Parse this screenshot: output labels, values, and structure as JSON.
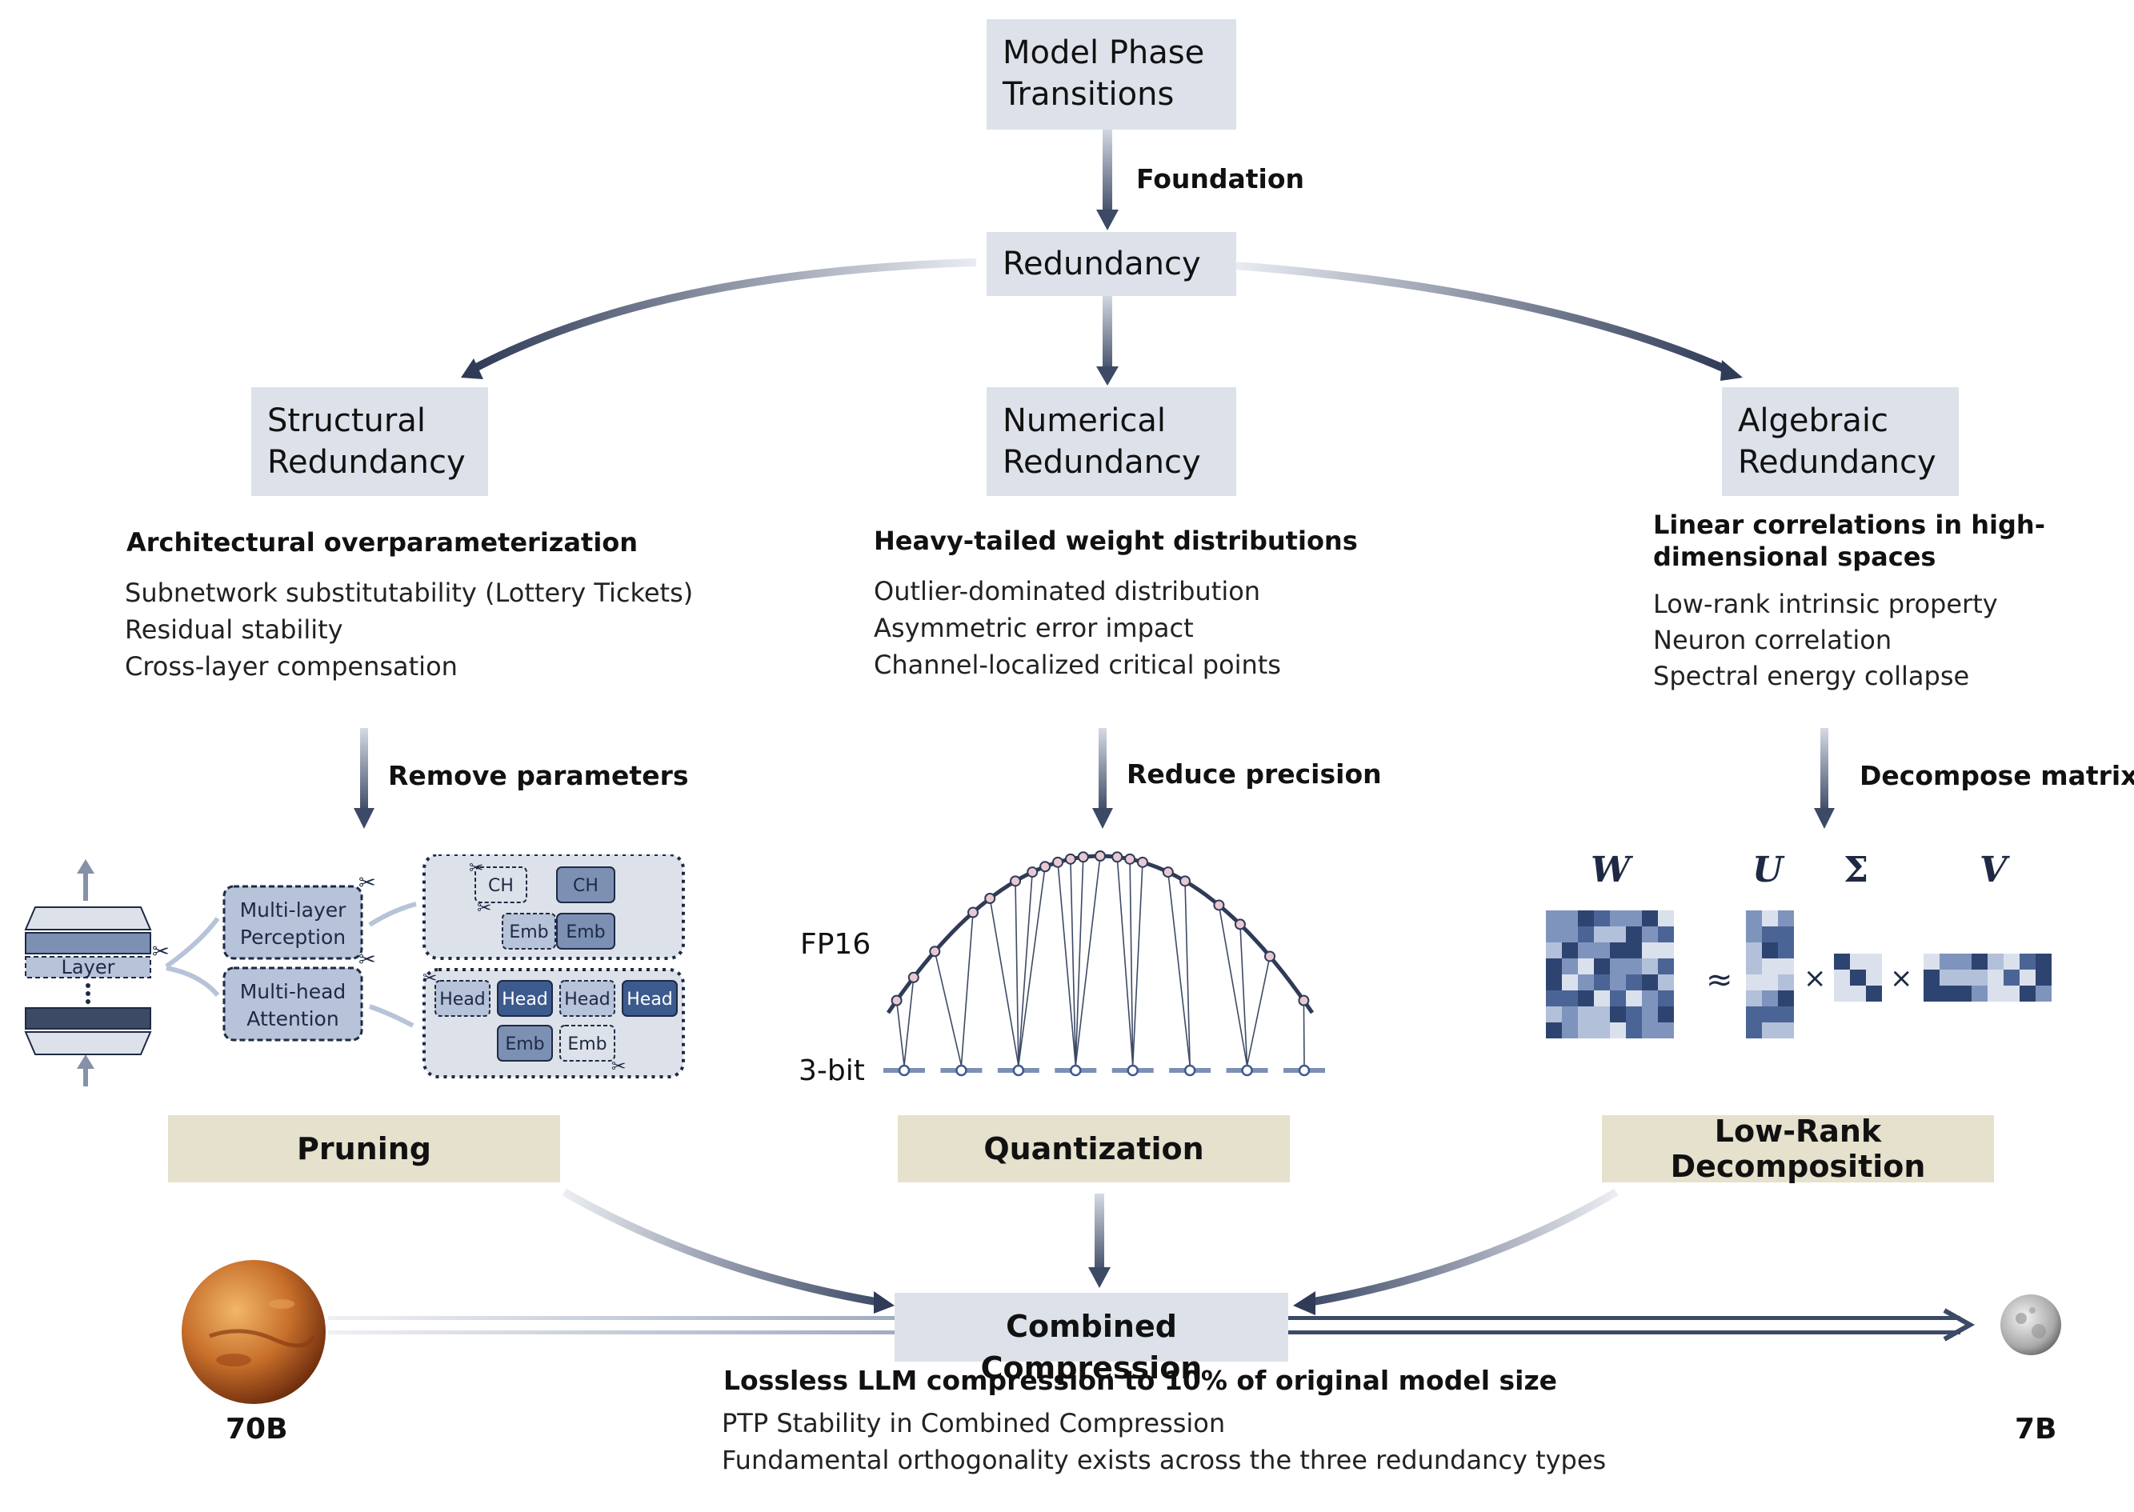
{
  "top": {
    "phase": "Model Phase Transitions",
    "foundation": "Foundation",
    "redundancy": "Redundancy"
  },
  "columns": [
    {
      "title": "Structural Redundancy",
      "heading": "Architectural overparameterization",
      "items": [
        "Subnetwork substitutability (Lottery Tickets)",
        "Residual stability",
        "Cross-layer compensation"
      ],
      "action": "Remove parameters",
      "method": "Pruning"
    },
    {
      "title": "Numerical Redundancy",
      "heading": "Heavy-tailed weight distributions",
      "items": [
        "Outlier-dominated distribution",
        "Asymmetric error impact",
        "Channel-localized critical points"
      ],
      "action": "Reduce precision",
      "method": "Quantization"
    },
    {
      "title": "Algebraic Redundancy",
      "heading": "Linear correlations in high-dimensional spaces",
      "items": [
        "Low-rank intrinsic property",
        "Neuron correlation",
        "Spectral energy collapse"
      ],
      "action": "Decompose matrix",
      "method": "Low-Rank Decomposition"
    }
  ],
  "pruning_fig": {
    "layer": "Layer",
    "mlp": "Multi-layer Perception",
    "mha": "Multi-head Attention",
    "ch": "CH",
    "emb": "Emb",
    "head": "Head"
  },
  "quant_fig": {
    "fp16": "FP16",
    "bit3": "3-bit"
  },
  "lowrank_fig": {
    "w": "W",
    "u": "U",
    "sigma": "Σ",
    "v": "V",
    "approx": "≈",
    "times": "×"
  },
  "bottom": {
    "combined": "Combined Compression",
    "heading": "Lossless LLM compression to 10% of original model size",
    "items": [
      "PTP Stability in Combined Compression",
      "Fundamental orthogonality exists across the three redundancy types"
    ],
    "left_size": "70B",
    "right_size": "7B"
  },
  "colors": {
    "box": "#dde2ea",
    "method": "#e5e1cc",
    "arrow": "#3d4a66",
    "block_dark": "#3d5a8e",
    "block_mid": "#7c90b4",
    "block_light": "#b7c3d8"
  }
}
